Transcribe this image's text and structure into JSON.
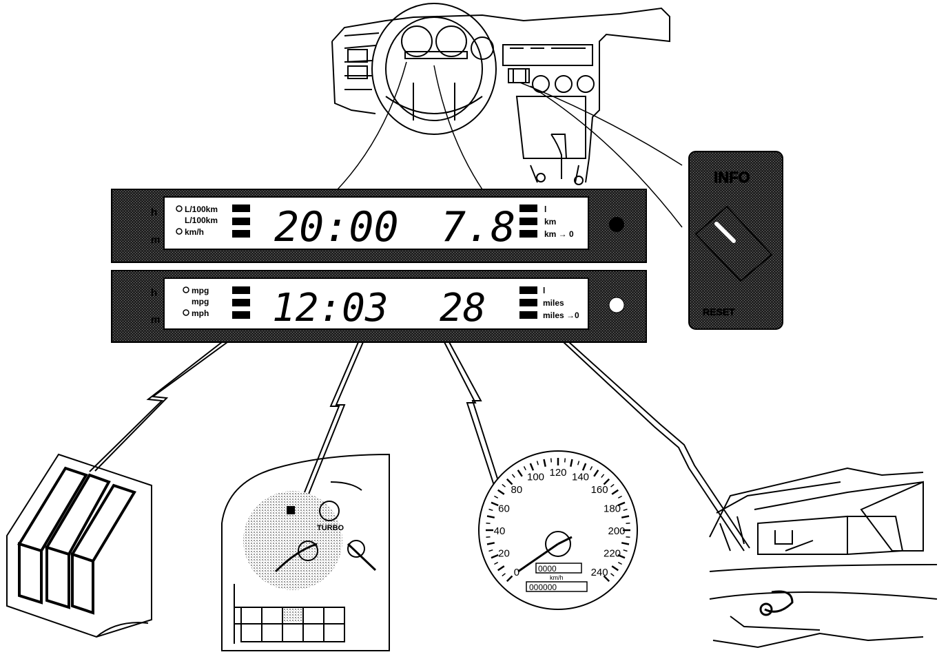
{
  "display_metric": {
    "left_labels": [
      "L/100km",
      "L/100km",
      "km/h"
    ],
    "time": "20:00",
    "value": "7.8",
    "right_labels": [
      "l",
      "km",
      "km → 0"
    ],
    "side_letters": [
      "h",
      "m"
    ]
  },
  "display_imperial": {
    "left_labels": [
      "mpg",
      "mpg",
      "mph"
    ],
    "time": "12:03",
    "value": "28",
    "right_labels": [
      "l",
      "miles",
      "miles →0"
    ],
    "side_letters": [
      "h",
      "m"
    ]
  },
  "info_button": {
    "label": "INFO",
    "reset_label": "RESET"
  },
  "speedometer": {
    "scale": [
      "0",
      "20",
      "40",
      "60",
      "80",
      "100",
      "120",
      "140",
      "160",
      "180",
      "200",
      "220",
      "240"
    ],
    "unit": "km/h",
    "odometer": "0000",
    "trip": "000000"
  },
  "fuel_gauge": {
    "brand_text": "TURBO"
  }
}
